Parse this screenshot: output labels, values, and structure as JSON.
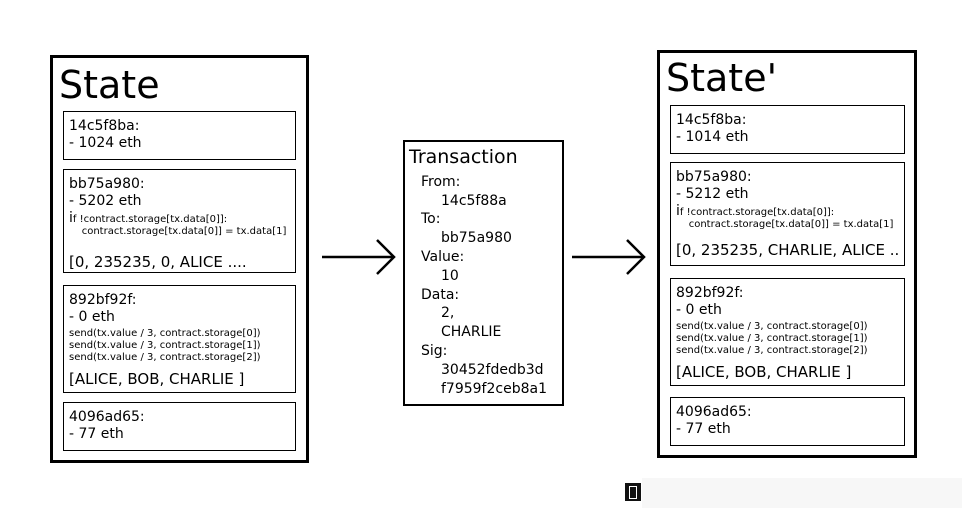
{
  "state": {
    "title": "State",
    "accounts": [
      {
        "address": "14c5f8ba:",
        "balance": "- 1024 eth"
      },
      {
        "address": "bb75a980:",
        "balance": "- 5202 eth",
        "code": "if !contract.storage[tx.data[0]]:\n    contract.storage[tx.data[0]] = tx.data[1]",
        "storage": "[0, 235235, 0, ALICE ...."
      },
      {
        "address": "892bf92f:",
        "balance": "- 0 eth",
        "code": "send(tx.value / 3, contract.storage[0])\nsend(tx.value / 3, contract.storage[1])\nsend(tx.value / 3, contract.storage[2])",
        "storage": "[ALICE, BOB, CHARLIE ]"
      },
      {
        "address": "4096ad65:",
        "balance": "- 77 eth"
      }
    ]
  },
  "transaction": {
    "title": "Transaction",
    "from_label": "From:",
    "from_value": "14c5f88a",
    "to_label": "To:",
    "to_value": "bb75a980",
    "value_label": "Value:",
    "value_value": "10",
    "data_label": "Data:",
    "data_value_1": "2,",
    "data_value_2": "CHARLIE",
    "sig_label": "Sig:",
    "sig_value_1": "30452fdedb3d",
    "sig_value_2": "f7959f2ceb8a1"
  },
  "state_prime": {
    "title": "State'",
    "accounts": [
      {
        "address": "14c5f8ba:",
        "balance": "- 1014 eth"
      },
      {
        "address": "bb75a980:",
        "balance": "- 5212 eth",
        "code": "if !contract.storage[tx.data[0]]:\n    contract.storage[tx.data[0]] = tx.data[1]",
        "storage": "[0, 235235, CHARLIE, ALICE .."
      },
      {
        "address": "892bf92f:",
        "balance": "- 0 eth",
        "code": "send(tx.value / 3, contract.storage[0])\nsend(tx.value / 3, contract.storage[1])\nsend(tx.value / 3, contract.storage[2])",
        "storage": "[ALICE, BOB, CHARLIE ]"
      },
      {
        "address": "4096ad65:",
        "balance": "- 77 eth"
      }
    ]
  }
}
